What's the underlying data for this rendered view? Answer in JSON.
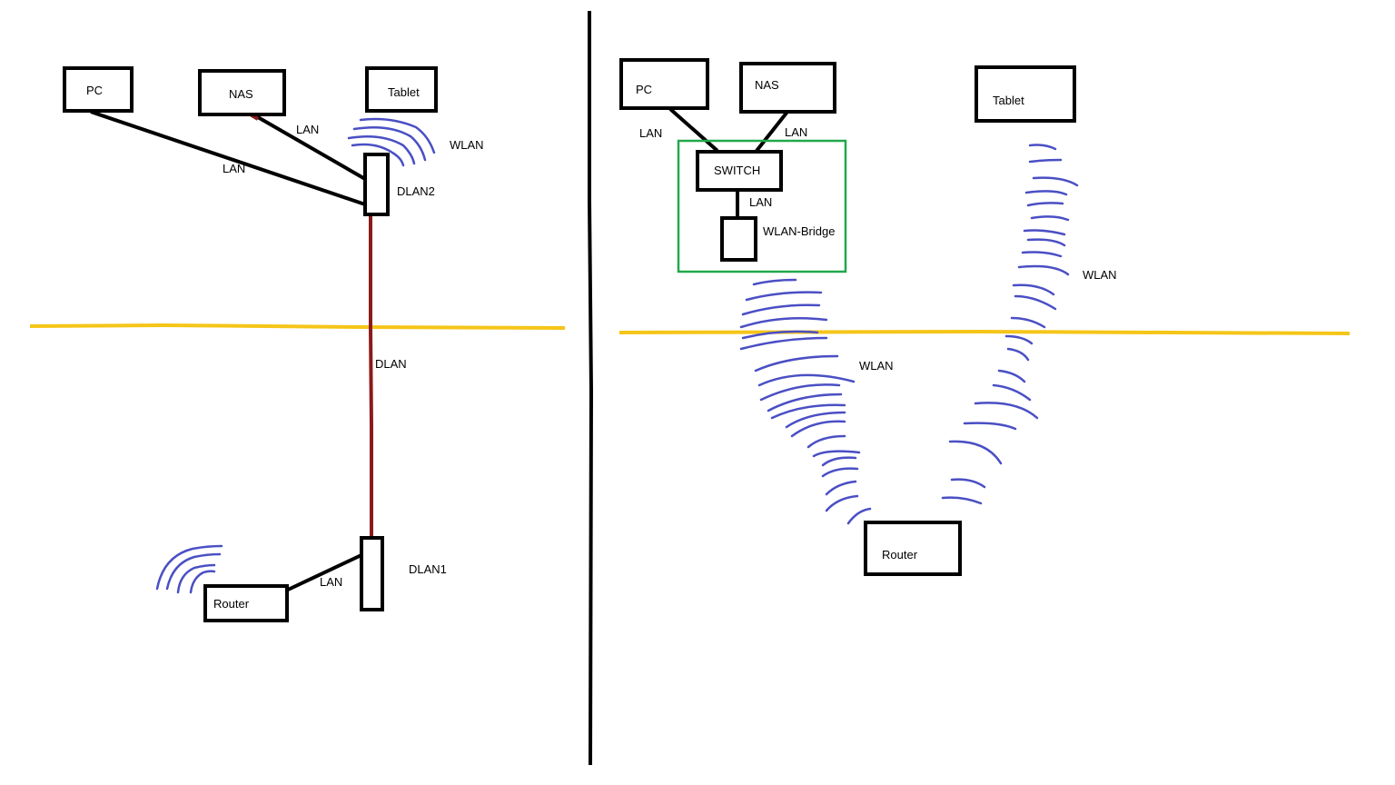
{
  "left": {
    "nodes": {
      "pc": "PC",
      "nas": "NAS",
      "tablet": "Tablet",
      "dlan2": "DLAN2",
      "dlan1": "DLAN1",
      "router": "Router"
    },
    "links": {
      "nas_lan": "LAN",
      "pc_lan": "LAN",
      "dlan": "DLAN",
      "router_lan": "LAN"
    },
    "wlan": "WLAN"
  },
  "right": {
    "nodes": {
      "pc": "PC",
      "nas": "NAS",
      "tablet": "Tablet",
      "switch": "SWITCH",
      "bridge": "WLAN-Bridge",
      "router": "Router"
    },
    "links": {
      "pc_lan": "LAN",
      "nas_lan": "LAN",
      "switch_lan": "LAN"
    },
    "wlan_bridge": "WLAN",
    "wlan_tablet": "WLAN"
  },
  "colors": {
    "line": "#000000",
    "dlan": "#8b1a1a",
    "floor": "#f5c518",
    "wifi": "#4a4fc4",
    "group": "#22a84a"
  }
}
